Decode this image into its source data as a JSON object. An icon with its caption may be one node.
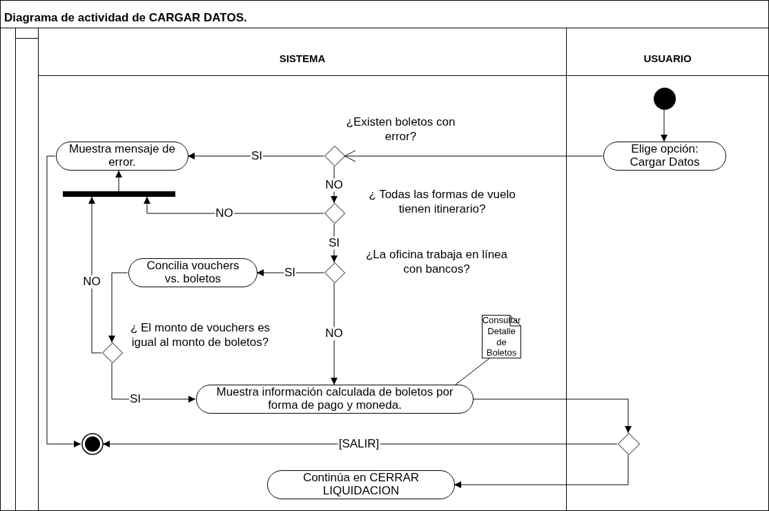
{
  "diagram": {
    "title": "Diagrama de actividad de CARGAR DATOS.",
    "nodes": [
      {
        "text": [
          "SISTEMA"
        ]
      },
      {
        "text": [
          "USUARIO"
        ]
      },
      {
        "text": [],
        "shape": "circle",
        "in": 1
      },
      {
        "text": [
          "Elige opción: Cargar Datos"
        ],
        "in": 1
      },
      {
        "text": [],
        "shape": "diamond",
        "in": 0,
        "beside": [
          "¿Existen boletos con error?"
        ]
      },
      {
        "text": [
          "Muestra mensaje de error."
        ],
        "in": 0
      },
      {
        "text": [],
        "shape": "bar",
        "in": 0
      },
      {
        "text": [],
        "shape": "diamond",
        "in": 0,
        "beside": [
          "¿ Todas las formas de vuelo tienen itinerario?"
        ]
      },
      {
        "text": [],
        "shape": "diamond",
        "in": 0,
        "beside": [
          "¿La oficina trabaja en línea con bancos?"
        ]
      },
      {
        "text": [
          "Concilia vouchers vs. boletos"
        ],
        "in": 0
      },
      {
        "text": [],
        "shape": "diamond",
        "in": 0,
        "beside": [
          "¿ El monto de vouchers es igual al monto de boletos?"
        ]
      },
      {
        "text": [
          "Muestra información calculada de boletos por forma de pago y moneda."
        ],
        "in": 0
      },
      {
        "text": [
          "Consultar Detalle de Boletos"
        ],
        "in": 0
      },
      {
        "text": [],
        "shape": "diamond",
        "in": 1
      },
      {
        "text": [],
        "shape": "circle",
        "in": 0
      },
      {
        "text": [
          "Continúa en CERRAR LIQUIDACION"
        ],
        "in": 0
      }
    ],
    "edges": [
      {
        "from": 2,
        "to": 3,
        "arrow": "to"
      },
      {
        "from": 3,
        "to": 4,
        "arrow": "to"
      },
      {
        "from": 4,
        "to": 5,
        "arrow": "to",
        "label": "SI"
      },
      {
        "from": 4,
        "to": 7,
        "arrow": "to",
        "label": "NO"
      },
      {
        "from": 7,
        "to": 6,
        "arrow": "to",
        "label": "NO"
      },
      {
        "from": 7,
        "to": 8,
        "arrow": "to",
        "label": "SI"
      },
      {
        "from": 8,
        "to": 9,
        "arrow": "to",
        "label": "SI"
      },
      {
        "from": 8,
        "to": 11,
        "arrow": "to",
        "label": "NO"
      },
      {
        "from": 9,
        "to": 10,
        "arrow": "to"
      },
      {
        "from": 10,
        "to": 6,
        "arrow": "to",
        "label": "NO"
      },
      {
        "from": 10,
        "to": 11,
        "arrow": "to",
        "label": "SI"
      },
      {
        "from": 6,
        "to": 5,
        "arrow": "to"
      },
      {
        "from": 11,
        "to": 13,
        "arrow": "to"
      },
      {
        "from": 13,
        "to": 14,
        "arrow": "to",
        "label": "[SALIR]"
      },
      {
        "from": 13,
        "to": 15,
        "arrow": "to"
      },
      {
        "from": 5,
        "to": 14,
        "arrow": "to"
      },
      {
        "from": 12,
        "to": 11,
        "arrow": "none"
      }
    ]
  }
}
